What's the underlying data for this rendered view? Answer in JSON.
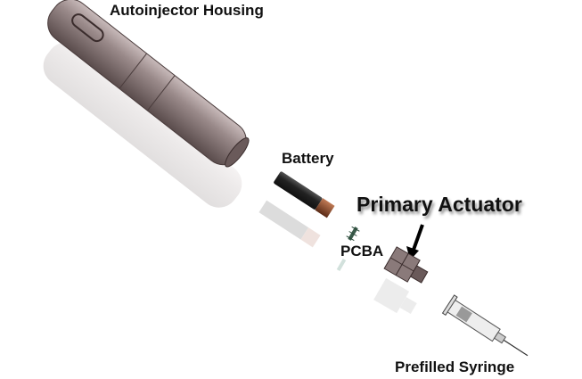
{
  "labels": {
    "housing": "Autoinjector Housing",
    "battery": "Battery",
    "actuator": "Primary Actuator",
    "pcba": "PCBA",
    "syringe": "Prefilled Syringe"
  },
  "colors": {
    "housing": "#8a7a7a",
    "battery_body": "#222222",
    "battery_cap": "#8a4a2a",
    "actuator": "#7a6a6a"
  }
}
